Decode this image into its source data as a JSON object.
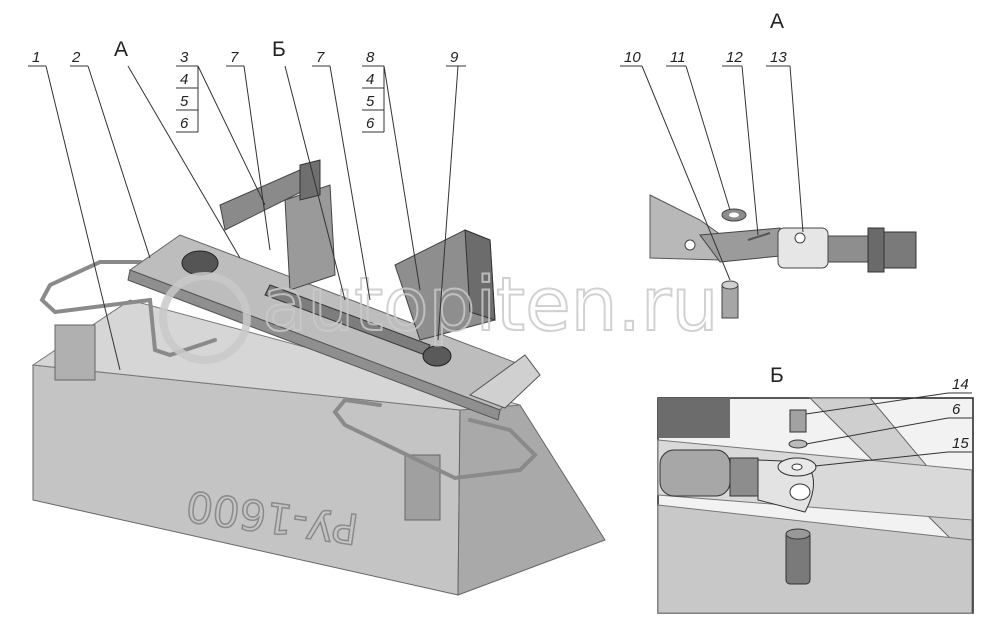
{
  "callouts": {
    "c1": "1",
    "c2": "2",
    "c3": "3",
    "c4a": "4",
    "c5a": "5",
    "c6a": "6",
    "c7a": "7",
    "c7b": "7",
    "c8": "8",
    "c4b": "4",
    "c5b": "5",
    "c6b": "6",
    "c9": "9",
    "c10": "10",
    "c11": "11",
    "c12": "12",
    "c13": "13",
    "c14": "14",
    "c6c": "6",
    "c15": "15"
  },
  "view_labels": {
    "a_main": "А",
    "b_main": "Б",
    "a_detail": "А",
    "b_detail": "Б"
  },
  "part_marking": "РУ-1600",
  "watermark": "autopiten.ru"
}
